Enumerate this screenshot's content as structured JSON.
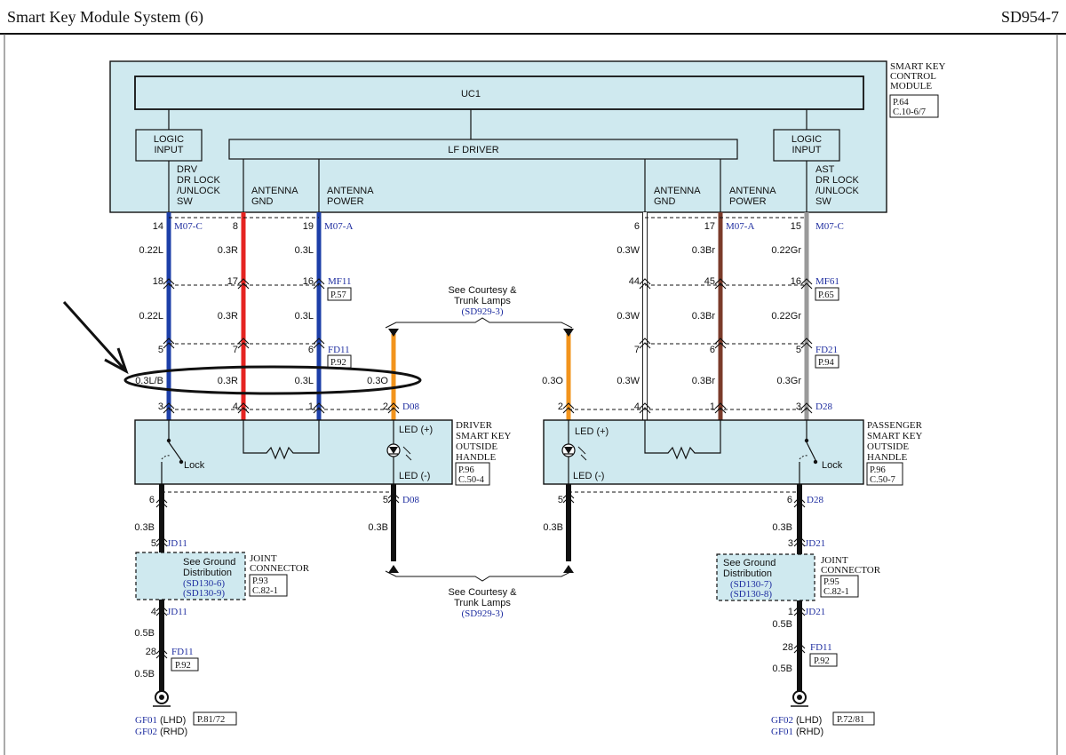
{
  "header": {
    "title": "Smart Key Module System (6)",
    "code": "SD954-7"
  },
  "module": {
    "name_lines": [
      "SMART KEY",
      "CONTROL",
      "MODULE"
    ],
    "ref_lines": [
      "P.64",
      "C.10-6/7"
    ],
    "uc_label": "UC1",
    "logic_input_left": [
      "LOGIC",
      "INPUT"
    ],
    "logic_input_right": [
      "LOGIC",
      "INPUT"
    ],
    "lf_driver": "LF DRIVER",
    "drv_sw": [
      "DRV",
      "DR LOCK",
      "/UNLOCK",
      "SW"
    ],
    "ant_gnd_left": [
      "ANTENNA",
      "GND"
    ],
    "ant_pwr_left": [
      "ANTENNA",
      "POWER"
    ],
    "ant_gnd_right": [
      "ANTENNA",
      "GND"
    ],
    "ant_pwr_right": [
      "ANTENNA",
      "POWER"
    ],
    "ast_sw": [
      "AST",
      "DR LOCK",
      "/UNLOCK",
      "SW"
    ]
  },
  "connectors": {
    "m07c_left": "M07-C",
    "m07a_left": "M07-A",
    "m07a_right": "M07-A",
    "m07c_right": "M07-C",
    "mf11": "MF11",
    "mf61": "MF61",
    "fd11_top": "FD11",
    "fd21_top": "FD21",
    "d08_top": "D08",
    "d08_bottom": "D08",
    "d28_top": "D28",
    "d28_bottom": "D28",
    "jd11_top": "JD11",
    "jd11_bottom": "JD11",
    "jd21_top": "JD21",
    "jd21_bottom": "JD21",
    "fd11_bottom": "FD11",
    "fd11_ref_bottom": "FD11"
  },
  "refs": {
    "p57": "P.57",
    "p65": "P.65",
    "p92_left": "P.92",
    "p94": "P.94",
    "p92_bottom_left": "P.92",
    "p92_bottom_right": "P.92",
    "gnd_left": "P.81/72",
    "gnd_right": "P.72/81",
    "driver_handle": [
      "P.96",
      "C.50-4"
    ],
    "passenger_handle": [
      "P.96",
      "C.50-7"
    ],
    "jc_left": [
      "P.93",
      "C.82-1"
    ],
    "jc_right": [
      "P.95",
      "C.82-1"
    ]
  },
  "pins": {
    "row1": [
      "14",
      "8",
      "19",
      "6",
      "17",
      "15"
    ],
    "row2": [
      "18",
      "17",
      "16",
      "44",
      "45",
      "16"
    ],
    "row3": [
      "5",
      "7",
      "6",
      "7",
      "6",
      "5"
    ],
    "row4": [
      "3",
      "4",
      "1",
      "2",
      "2",
      "4",
      "1",
      "3"
    ],
    "below_handle": [
      "6",
      "5",
      "5",
      "6"
    ],
    "jd_top": [
      "5",
      "3"
    ],
    "jd_bottom": [
      "4",
      "1"
    ],
    "fd_bottom": [
      "28",
      "28"
    ]
  },
  "wires": {
    "seg1": [
      "0.22L",
      "0.3R",
      "0.3L",
      "0.3W",
      "0.3Br",
      "0.22Gr"
    ],
    "seg2": [
      "0.22L",
      "0.3R",
      "0.3L",
      "0.3W",
      "0.3Br",
      "0.22Gr"
    ],
    "seg3": [
      "0.3L/B",
      "0.3R",
      "0.3L",
      "0.3O",
      "0.3O",
      "0.3W",
      "0.3Br",
      "0.3Gr"
    ],
    "below_handle": [
      "0.3B",
      "0.3B",
      "0.3B",
      "0.3B"
    ],
    "below_jc": [
      "0.5B",
      "0.5B"
    ],
    "bottom": [
      "0.5B",
      "0.5B"
    ]
  },
  "courtesy": {
    "top": [
      "See Courtesy &",
      "Trunk Lamps",
      "(SD929-3)"
    ],
    "bottom": [
      "See Courtesy &",
      "Trunk Lamps",
      "(SD929-3)"
    ]
  },
  "driver_handle": {
    "name_lines": [
      "DRIVER",
      "SMART KEY",
      "OUTSIDE",
      "HANDLE"
    ],
    "lock": "Lock",
    "led_pos": "LED (+)",
    "led_neg": "LED (-)"
  },
  "passenger_handle": {
    "name_lines": [
      "PASSENGER",
      "SMART KEY",
      "OUTSIDE",
      "HANDLE"
    ],
    "lock": "Lock",
    "led_pos": "LED (+)",
    "led_neg": "LED (-)"
  },
  "joint_left": {
    "see": [
      "See Ground",
      "Distribution",
      "(SD130-6)",
      "(SD130-9)"
    ],
    "name_lines": [
      "JOINT",
      "CONNECTOR"
    ]
  },
  "joint_right": {
    "see": [
      "See Ground",
      "Distribution",
      "(SD130-7)",
      "(SD130-8)"
    ],
    "name_lines": [
      "JOINT",
      "CONNECTOR"
    ]
  },
  "grounds": {
    "left": [
      "GF01",
      "(LHD)",
      "GF02",
      "(RHD)"
    ],
    "right": [
      "GF02",
      "(LHD)",
      "GF01",
      "(RHD)"
    ]
  },
  "colors": {
    "blue": "#1d3fa8",
    "red": "#e52421",
    "white": "#ffffff",
    "brown": "#7b3b2a",
    "gray": "#9a9a9a",
    "orange": "#f2941c",
    "black": "#111111",
    "module_fill": "#cfe9ef",
    "link": "#1f2ea0"
  }
}
